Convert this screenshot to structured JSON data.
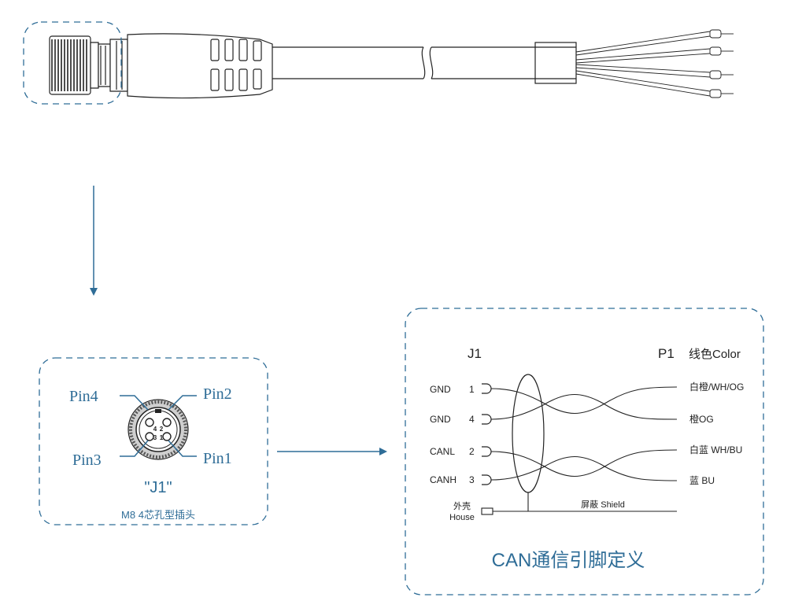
{
  "connector_view": {
    "pins": {
      "pin4": "Pin4",
      "pin2": "Pin2",
      "pin3": "Pin3",
      "pin1": "Pin1"
    },
    "face_numbers": [
      "4",
      "2",
      "3",
      "1"
    ],
    "name": "\"J1\"",
    "description": "M8 4芯孔型插头"
  },
  "pinout": {
    "left_header": "J1",
    "right_header": "P1",
    "color_header": "线色Color",
    "rows": [
      {
        "signal": "GND",
        "pin": "1",
        "color": "白橙/WH/OG"
      },
      {
        "signal": "GND",
        "pin": "4",
        "color": "橙OG"
      },
      {
        "signal": "CANL",
        "pin": "2",
        "color": "白蓝 WH/BU"
      },
      {
        "signal": "CANH",
        "pin": "3",
        "color": "蓝 BU"
      }
    ],
    "house_label_cn": "外壳",
    "house_label_en": "House",
    "shield_label": "屏蔽 Shield",
    "caption": "CAN通信引脚定义"
  },
  "colors": {
    "accent": "#2f6d97",
    "line": "#222222"
  }
}
